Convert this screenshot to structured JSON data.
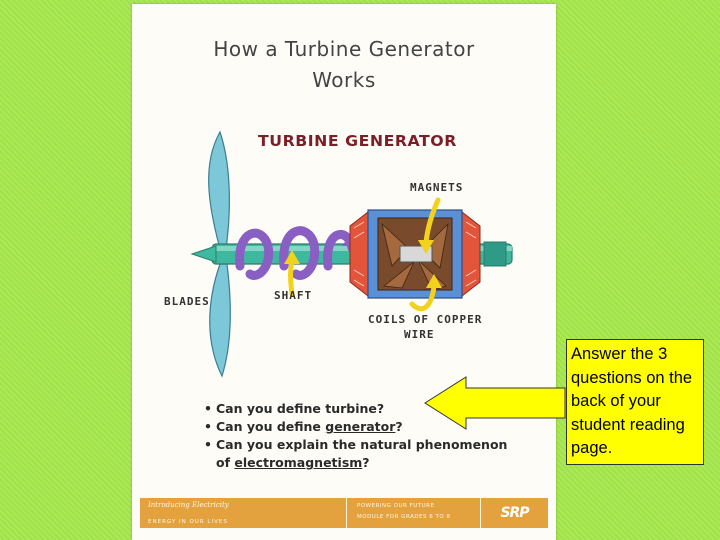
{
  "page_title_line1": "How a Turbine Generator",
  "page_title_line2": "Works",
  "diagram": {
    "title": "TURBINE GENERATOR",
    "labels": {
      "magnets": "MAGNETS",
      "blades": "BLADES",
      "shaft": "SHAFT",
      "coils_line1": "COILS OF COPPER",
      "coils_line2": "WIRE"
    }
  },
  "questions": {
    "q1": "Can you define turbine?",
    "q2_prefix": "Can you define ",
    "q2_term": "generator",
    "q2_suffix": "?",
    "q3_line1": "Can you explain the natural phenomenon",
    "q3_prefix": "of ",
    "q3_term": "electromagnetism",
    "q3_suffix": "?"
  },
  "footer": {
    "series": "Introducing Electricity",
    "left_caption": "ENERGY IN OUR LIVES",
    "mid_line1": "POWERING OUR FUTURE",
    "mid_line2": "MODULE FOR GRADES 6 TO 8",
    "logo": "SRP"
  },
  "callout": {
    "text": "Answer the 3 questions on the back of your student reading page."
  },
  "colors": {
    "background": "#a6e84d",
    "callout_fill": "#ffff00",
    "arrow_fill": "#ffff00",
    "diagram_title": "#7a1f27",
    "shaft": "#3fb8a0",
    "blades": "#7cc8d8",
    "rotation_arrows": "#8a5fc4",
    "coils_frame": "#5b8fd6",
    "coils_ends": "#e2553b",
    "footer": "#e3a23e"
  }
}
